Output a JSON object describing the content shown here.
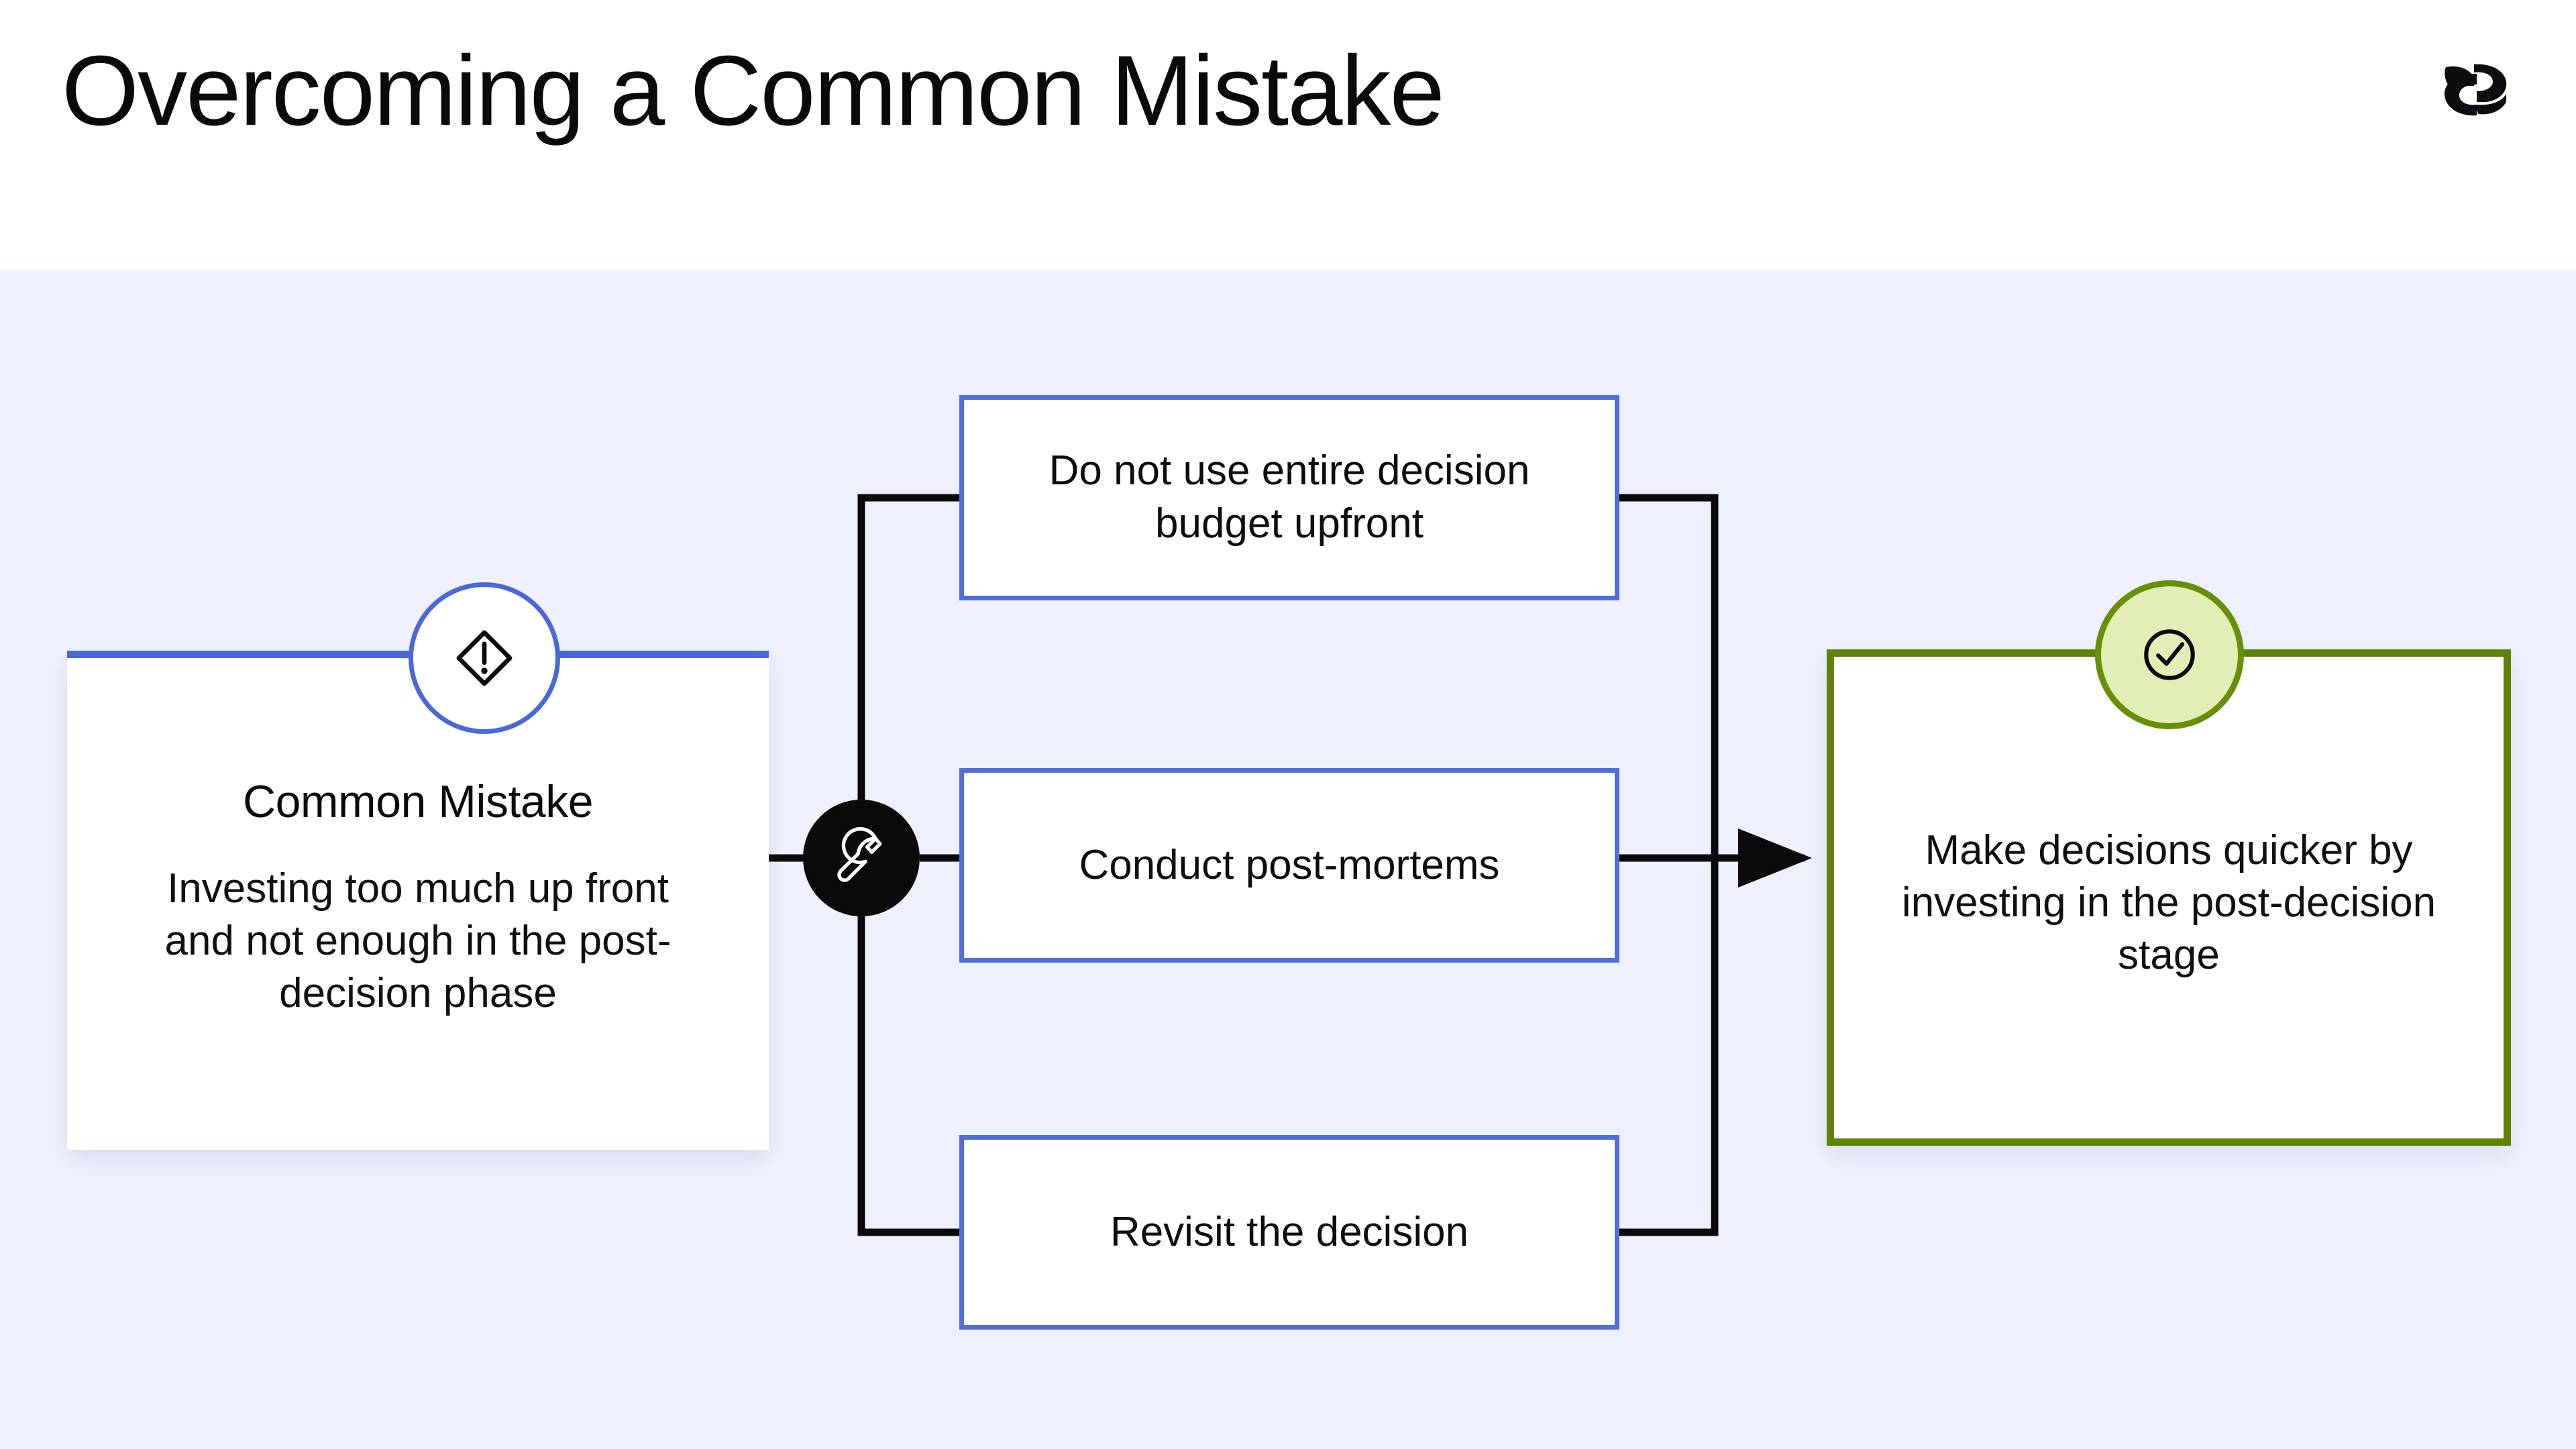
{
  "header": {
    "title": "Overcoming a Common Mistake",
    "logo_icon": "brand-double-swoosh-logo"
  },
  "diagram": {
    "problem": {
      "badge_icon": "warning-diamond-icon",
      "heading": "Common Mistake",
      "body": "Investing too much up front and not enough in the post-decision phase",
      "accent_color": "#4a68d8"
    },
    "hub": {
      "icon": "wrench-icon",
      "fill_color": "#0a0a0a"
    },
    "steps": [
      {
        "label": "Do not use entire decision budget upfront",
        "border_color": "#516ede"
      },
      {
        "label": "Conduct post-mortems",
        "border_color": "#516ede"
      },
      {
        "label": "Revisit the decision",
        "border_color": "#516ede"
      }
    ],
    "outcome": {
      "badge_icon": "check-circle-icon",
      "body": "Make decisions quicker by investing in the post-decision stage",
      "accent_color": "#5d8205",
      "badge_fill": "#e1efb6"
    },
    "canvas_color": "#eef1fd",
    "connector_color": "#0a0a0a"
  }
}
